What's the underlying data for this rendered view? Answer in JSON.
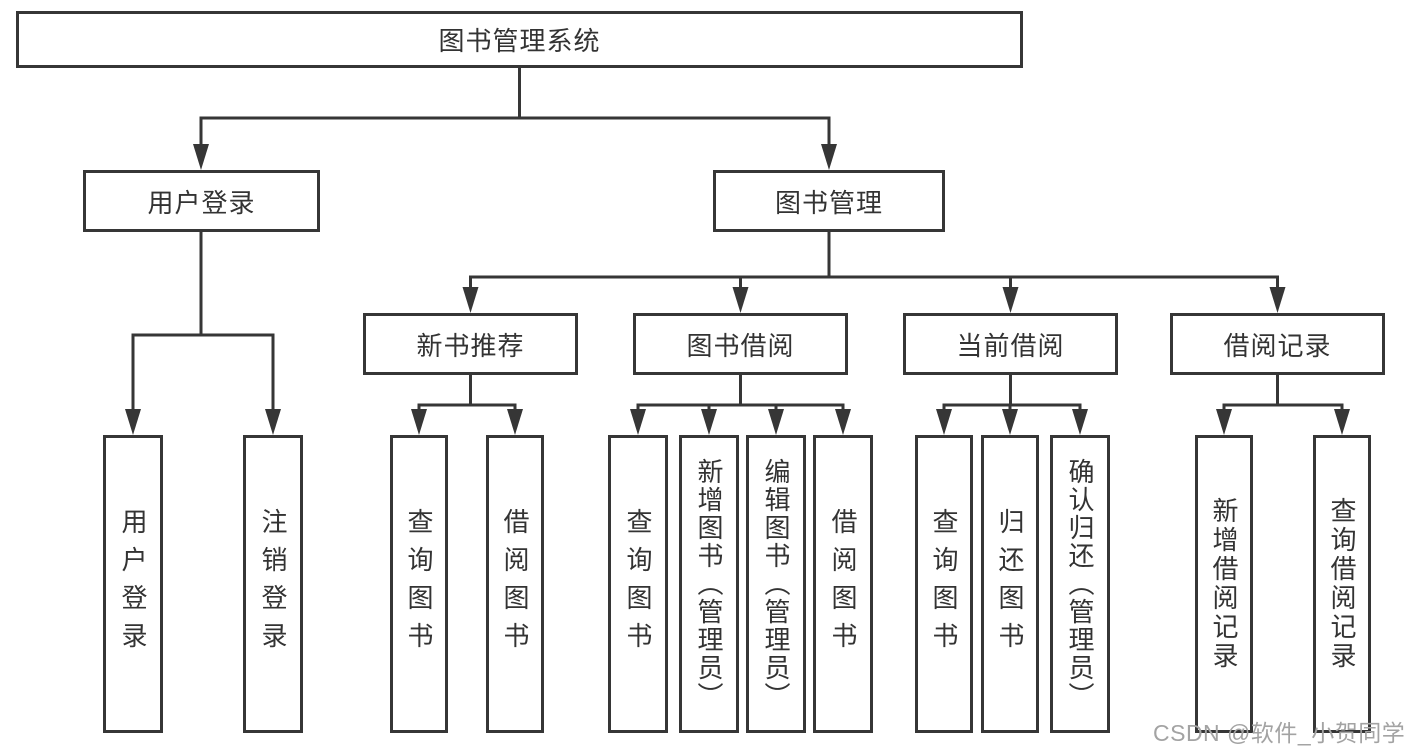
{
  "nodes": {
    "root": "图书管理系统"
  },
  "groups": {
    "login": {
      "label": "用户登录",
      "leaves": [
        "用户登录",
        "注销登录"
      ]
    },
    "management": {
      "label": "图书管理"
    },
    "recommend": {
      "label": "新书推荐",
      "leaves": [
        "查询图书",
        "借阅图书"
      ]
    },
    "borrow": {
      "label": "图书借阅",
      "leaves": [
        "查询图书",
        "新增图书（管理员）",
        "编辑图书（管理员）",
        "借阅图书"
      ]
    },
    "current": {
      "label": "当前借阅",
      "leaves": [
        "查询图书",
        "归还图书",
        "确认归还（管理员）"
      ]
    },
    "records": {
      "label": "借阅记录",
      "leaves": [
        "新增借阅记录",
        "查询借阅记录"
      ]
    }
  },
  "watermark": "CSDN @软件_小贺同学",
  "colors": {
    "line": "#363636",
    "text": "#333333",
    "watermark": "#a3a3a3",
    "background": "#ffffff"
  }
}
